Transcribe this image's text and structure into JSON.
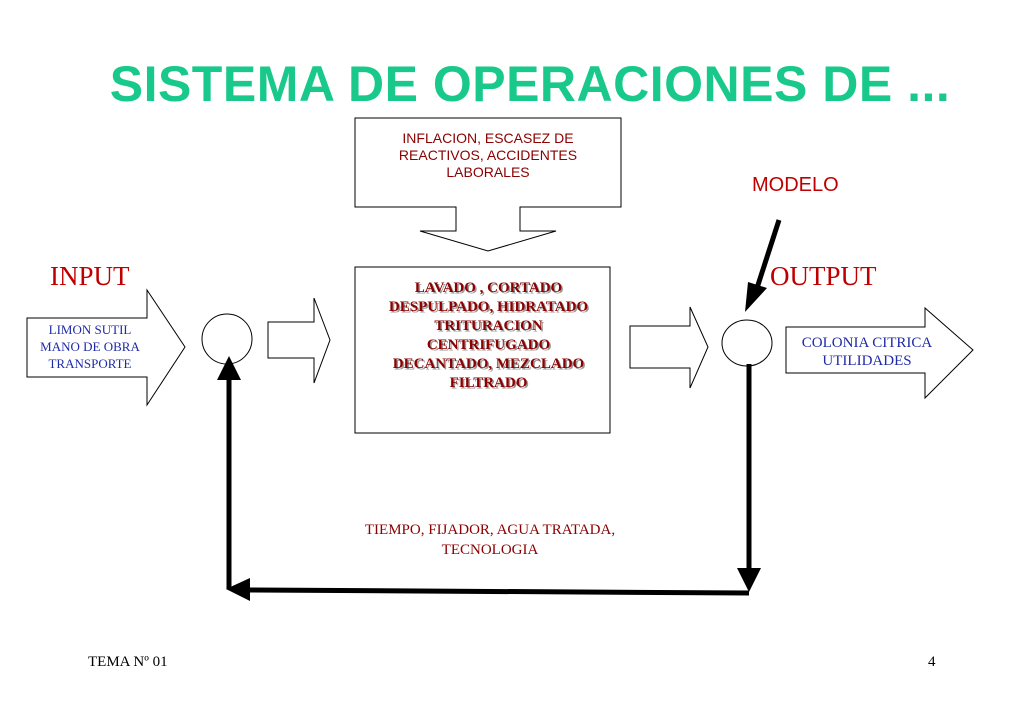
{
  "title": "SISTEMA DE OPERACIONES DE ...",
  "disturbance": {
    "lines": [
      "INFLACION, ESCASEZ DE",
      "REACTIVOS, ACCIDENTES",
      "LABORALES"
    ]
  },
  "model_label": "MODELO",
  "input_label": "INPUT",
  "output_label": "OUTPUT",
  "inputs": {
    "lines": [
      "LIMON SUTIL",
      "MANO DE OBRA",
      "TRANSPORTE"
    ]
  },
  "process": {
    "lines": [
      "LAVADO , CORTADO",
      "DESPULPADO, HIDRATADO",
      "TRITURACION",
      "CENTRIFUGADO",
      "DECANTADO,  MEZCLADO",
      "FILTRADO"
    ]
  },
  "outputs": {
    "lines": [
      "COLONIA CITRICA",
      "UTILIDADES"
    ]
  },
  "feedback": {
    "lines": [
      "TIEMPO, FIJADOR, AGUA TRATADA,",
      "TECNOLOGIA"
    ]
  },
  "footer": {
    "left": "TEMA Nº 01",
    "page": "4"
  },
  "colors": {
    "title": "#19c98c",
    "dark_red": "#8b0000",
    "red": "#c00000",
    "blue": "#1f2aa8",
    "black": "#000000"
  }
}
